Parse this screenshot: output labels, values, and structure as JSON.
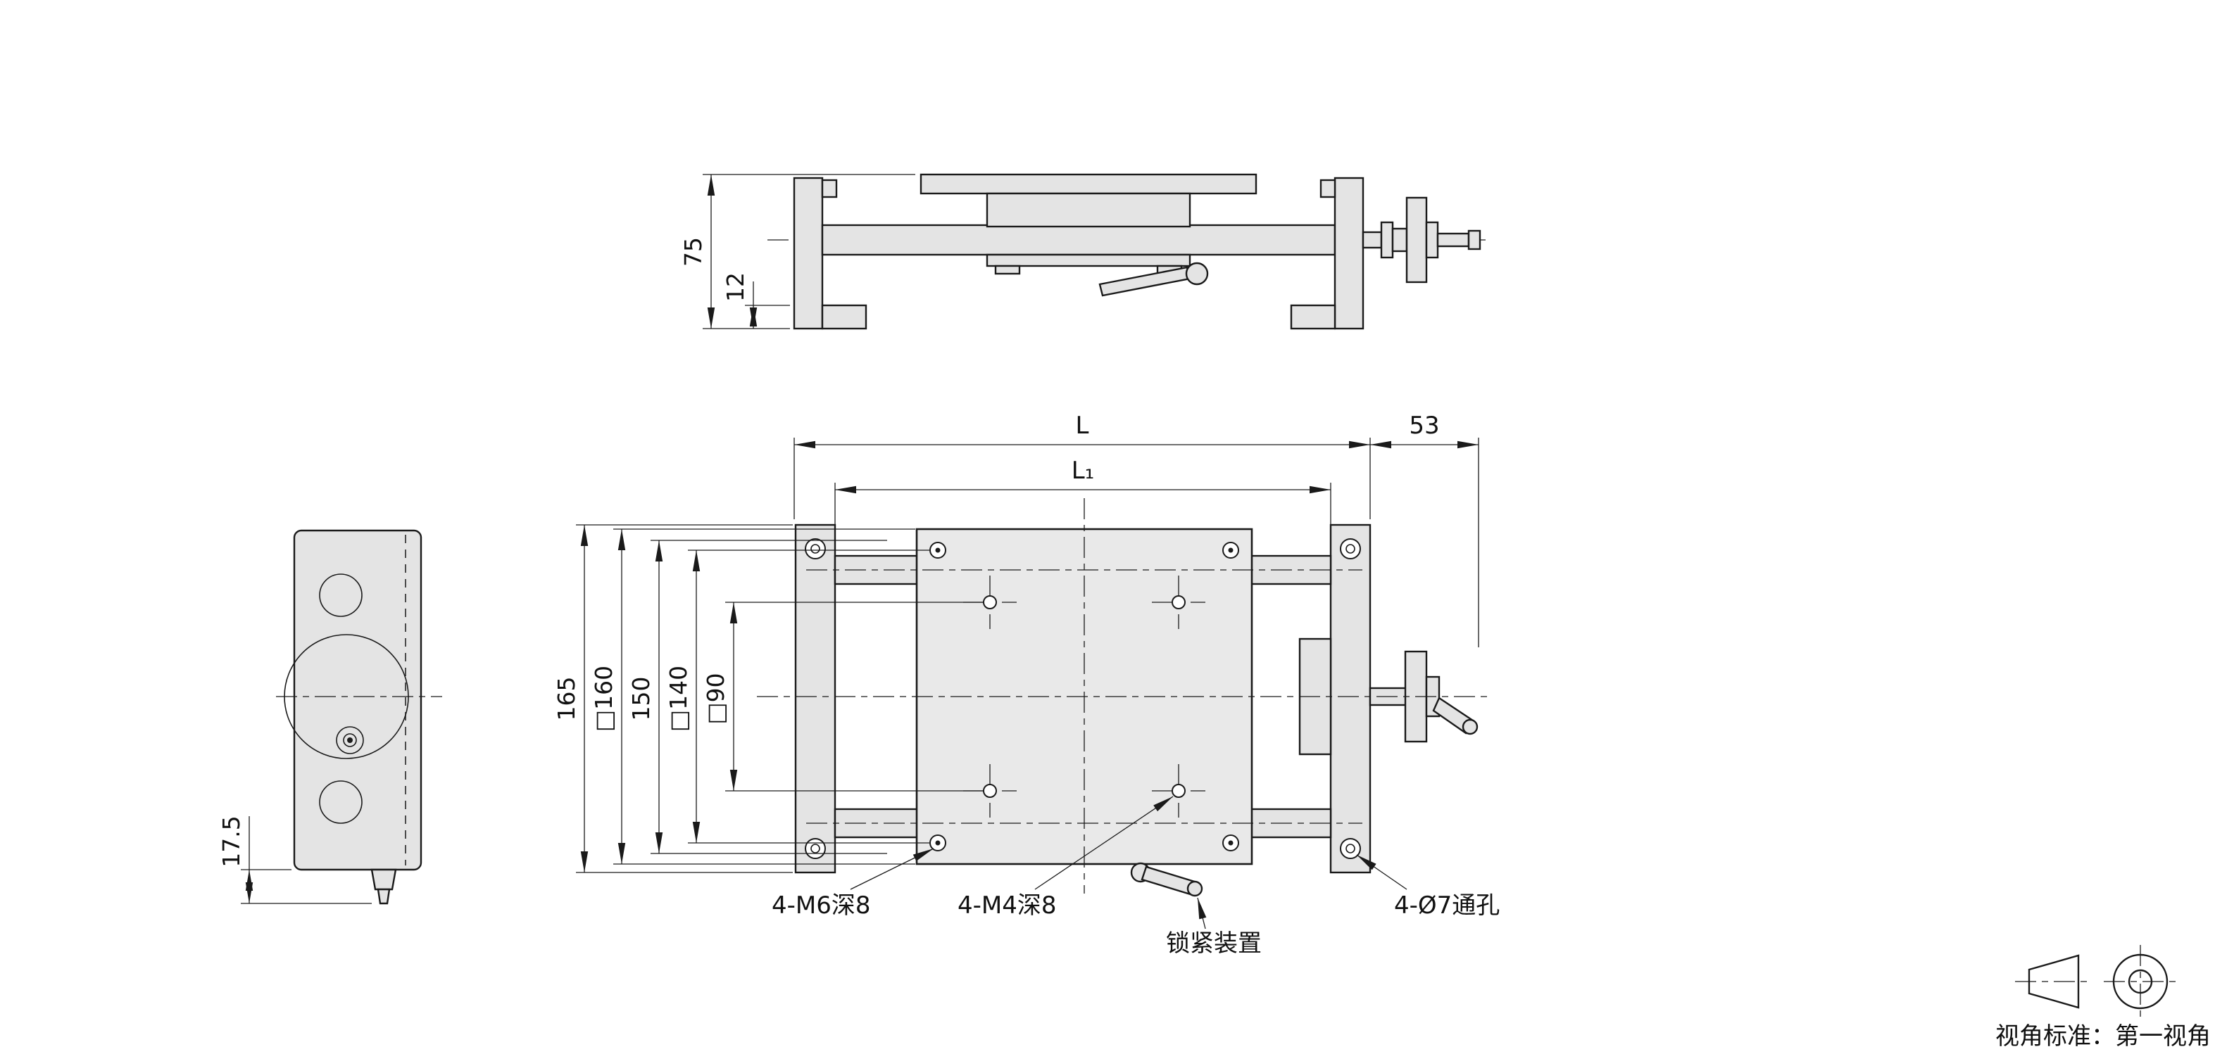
{
  "drawing": {
    "colors": {
      "line": "#1a1a1a",
      "part_fill": "#e4e4e4",
      "background": "#ffffff"
    },
    "top_view": {
      "dim_height_overall": "75",
      "dim_base_height": "12"
    },
    "plan_view": {
      "dim_length": "L",
      "dim_length_inner": "L₁",
      "dim_handwheel": "53",
      "dim_width": "165",
      "dim_table": "□160",
      "dim_rail_span": "150",
      "dim_m6_pattern": "□140",
      "dim_m4_pattern": "□90",
      "label_m6": "4-M6深8",
      "label_m4": "4-M4深8",
      "label_lock": "锁紧装置",
      "label_through": "4-Ø7通孔"
    },
    "side_view": {
      "dim_knob": "17.5"
    },
    "footer": {
      "projection_note": "视角标准：第一视角"
    }
  }
}
